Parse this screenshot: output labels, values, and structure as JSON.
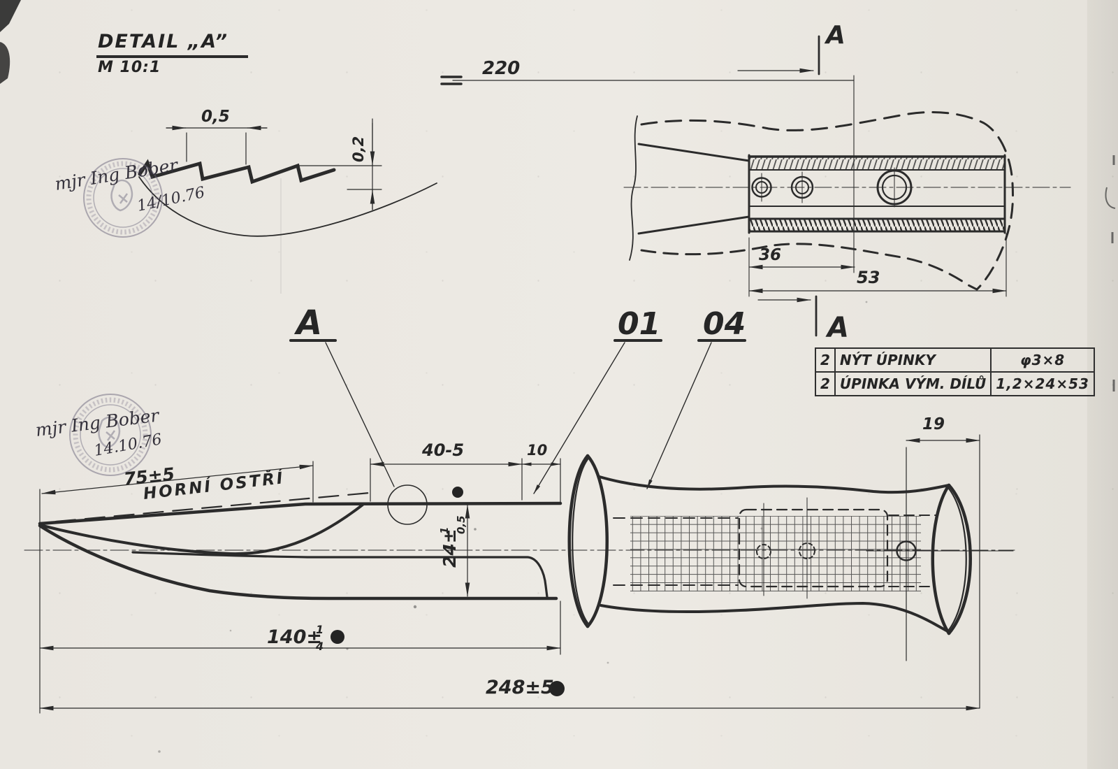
{
  "colors": {
    "paper": "#ebe8e2",
    "ink": "#2b2b2b",
    "stamp": "#6b657c"
  },
  "detail_view": {
    "title": "DETAIL „A”",
    "scale_note": "M 10:1",
    "dim_pitch": "0,5",
    "dim_depth": "0,2"
  },
  "stamps": {
    "signature": "mjr Ing Bober",
    "date_top": "14/10.76",
    "date_bottom": "14.10.76"
  },
  "top_view": {
    "dim_overall": "220",
    "dim_offset": "36",
    "dim_plate": "53",
    "section_label": "A"
  },
  "parts_table": {
    "rows": [
      {
        "qty": "2",
        "name": "NÝT ÚPINKY",
        "size": "φ3×8"
      },
      {
        "qty": "2",
        "name": "ÚPINKA VÝM. DÍLŮ",
        "size": "1,2×24×53"
      }
    ]
  },
  "side_view": {
    "detail_marker": "A",
    "callout_blade": "01",
    "callout_handle": "04",
    "edge_label": "HORNÍ OSTŘÍ",
    "dim_upper_edge": "75±5",
    "dim_ricasso": "40-5",
    "dim_serration": "10",
    "dim_width_base": "24±",
    "dim_width_sup": "1",
    "dim_width_sub": "0,5",
    "dim_blade_base": "140±",
    "dim_blade_sup": "1",
    "dim_blade_sub": "4",
    "dim_overall": "248±5",
    "dim_pommel": "19"
  }
}
